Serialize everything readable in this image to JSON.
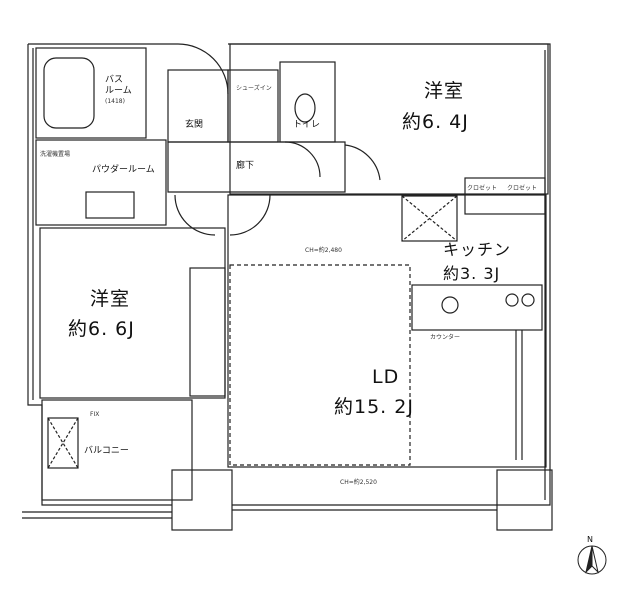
{
  "rooms": {
    "western_ne": {
      "name": "洋室",
      "size": "約6. 4J"
    },
    "western_w": {
      "name": "洋室",
      "size": "約6. 6J"
    },
    "kitchen": {
      "name": "キッチン",
      "size": "約3. 3J"
    },
    "ld": {
      "name": "LD",
      "size": "約15. 2J"
    },
    "bath": {
      "name": "バス",
      "sub1": "ルーム",
      "sub2": "(1418)"
    },
    "entrance": "玄関",
    "toilet": "トイレ",
    "hallway": "廊下",
    "powder": "パウダールーム",
    "balcony": "バルコニー"
  },
  "small_labels": {
    "washing": "洗濯機置場",
    "shoe": "シューズイン",
    "closet1": "クロゼット",
    "closet2": "クロゼット",
    "counter": "カウンター",
    "ceiling1": "CH=約2,480",
    "ceiling2": "CH=約2,520",
    "fix": "FIX"
  },
  "compass": {
    "letter": "N"
  }
}
